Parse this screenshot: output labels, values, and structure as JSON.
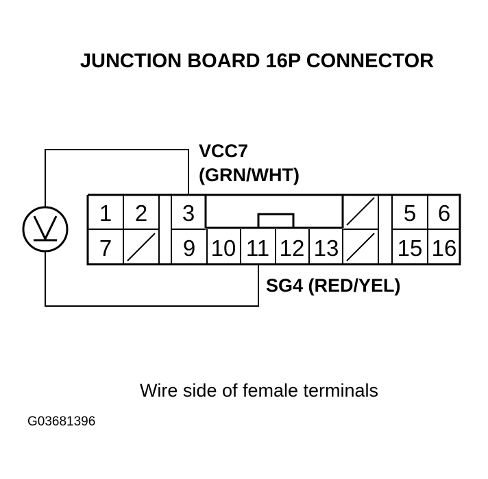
{
  "title": "JUNCTION BOARD 16P CONNECTOR",
  "wire_top": {
    "name": "VCC7",
    "color": "(GRN/WHT)"
  },
  "wire_bottom": {
    "label": "SG4 (RED/YEL)"
  },
  "pins": {
    "p1": "1",
    "p2": "2",
    "p3": "3",
    "p5": "5",
    "p6": "6",
    "p7": "7",
    "p9": "9",
    "p10": "10",
    "p11": "11",
    "p12": "12",
    "p13": "13",
    "p15": "15",
    "p16": "16"
  },
  "caption": "Wire side of female terminals",
  "figure_id": "G03681396",
  "meter_icon": "voltmeter-icon"
}
